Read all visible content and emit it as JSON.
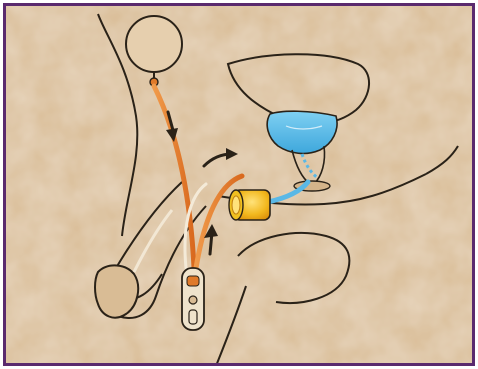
{
  "figure": {
    "colors": {
      "frame_border": "#5a2a6e",
      "parchment_background": "#d9bc95",
      "anatomy_outline": "#2a2218",
      "fluid_reservoir_blue": "#5ab8e6",
      "tube_orange": "#e07a2a",
      "valve_yellow": "#f0c020",
      "skin_tone_line": "#f4ead8"
    },
    "icons": [
      "reservoir-balloon",
      "bladder",
      "control-pump",
      "cylinder",
      "flow-arrow-down",
      "flow-arrow-up",
      "flow-arrow-curved"
    ]
  }
}
